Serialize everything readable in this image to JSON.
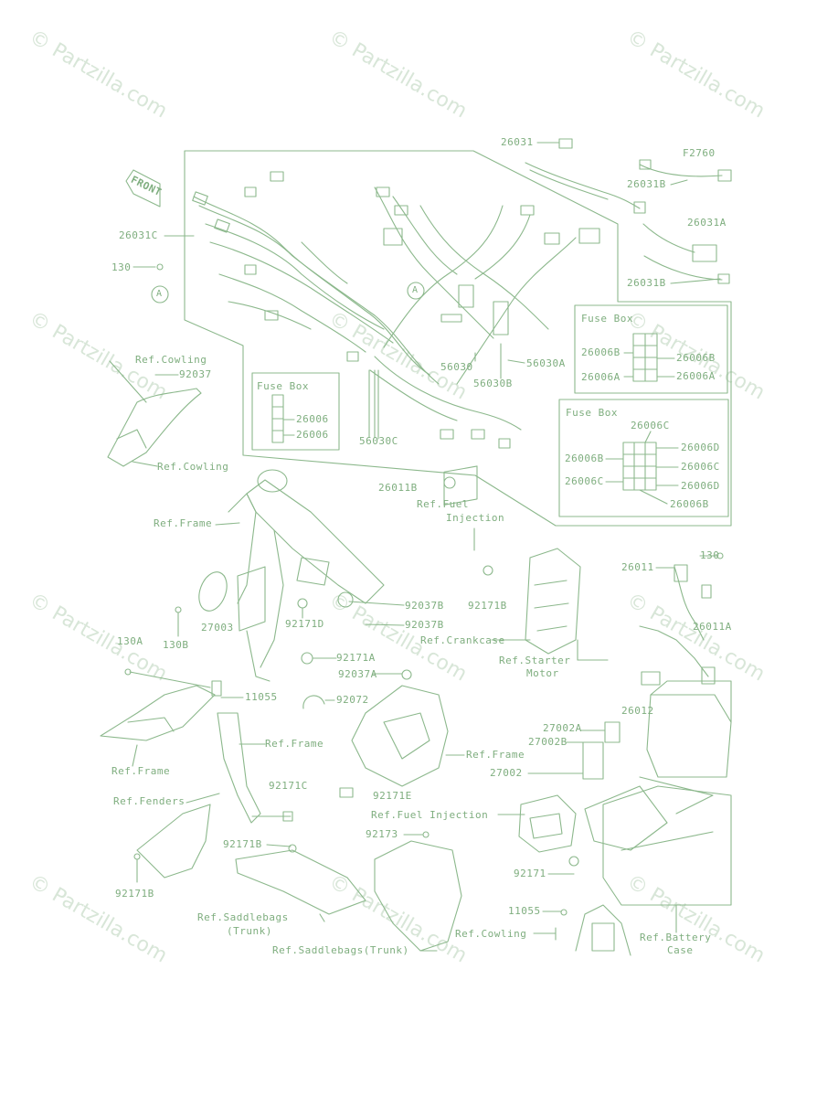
{
  "watermark": "© Partzilla.com",
  "front_arrow": "FRONT",
  "fuse_box_title": "Fuse Box",
  "labels": {
    "p26031": "26031",
    "pF2760": "F2760",
    "p26031B_top": "26031B",
    "p26031A": "26031A",
    "p26031B_bot": "26031B",
    "p26031C": "26031C",
    "p130_top": "130",
    "markA": "A",
    "refCowling1": "Ref.Cowling",
    "p92037": "92037",
    "refCowling2": "Ref.Cowling",
    "p26006_1": "26006",
    "p26006_2": "26006",
    "p56030": "56030",
    "p56030B": "56030B",
    "p56030A": "56030A",
    "p56030C": "56030C",
    "p26006B_r1": "26006B",
    "p26006B_r1b": "26006B",
    "p26006A_r1": "26006A",
    "p26006A_r1b": "26006A",
    "p26006C_top": "26006C",
    "p26006B_r2": "26006B",
    "p26006C_r2": "26006C",
    "p26006D_r1": "26006D",
    "p26006C_r2b": "26006C",
    "p26006D_r2": "26006D",
    "p26006B_r2b": "26006B",
    "p26011B": "26011B",
    "refFuelInj1a": "Ref.Fuel",
    "refFuelInj1b": "Injection",
    "refFrame1": "Ref.Frame",
    "p26011": "26011",
    "p130_mid": "130",
    "p26011A": "26011A",
    "p92171B_1": "92171B",
    "p92037B_1": "92037B",
    "p92037B_2": "92037B",
    "refCrankcase": "Ref.Crankcase",
    "refStarter1": "Ref.Starter",
    "refStarter2": "Motor",
    "p27003": "27003",
    "p130B": "130B",
    "p92171D": "92171D",
    "p130A": "130A",
    "p92171A": "92171A",
    "p92037A": "92037A",
    "p11055_1": "11055",
    "p92072": "92072",
    "p26012": "26012",
    "p27002A": "27002A",
    "p27002B": "27002B",
    "refFrame2": "Ref.Frame",
    "refFrame3": "Ref.Frame",
    "refFrame4": "Ref.Frame",
    "p27002": "27002",
    "p92171C": "92171C",
    "p92171E": "92171E",
    "refFenders": "Ref.Fenders",
    "refFuelInj2": "Ref.Fuel Injection",
    "p92173": "92173",
    "p92171B_2": "92171B",
    "p92171": "92171",
    "p92171B_3": "92171B",
    "refSaddle1a": "Ref.Saddlebags",
    "refSaddle1b": "(Trunk)",
    "p11055_2": "11055",
    "refCowling3": "Ref.Cowling",
    "refBattery1": "Ref.Battery",
    "refBattery2": "Case",
    "refSaddle2": "Ref.Saddlebags(Trunk)"
  }
}
